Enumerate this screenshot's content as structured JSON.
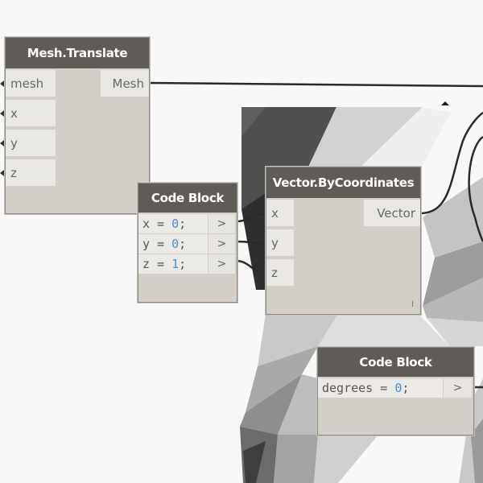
{
  "nodes": {
    "mesh_translate": {
      "title": "Mesh.Translate",
      "inputs": [
        "mesh",
        "x",
        "y",
        "z"
      ],
      "outputs": [
        "Mesh"
      ]
    },
    "code_block_xyz": {
      "title": "Code Block",
      "lines": [
        {
          "var": "x",
          "op": " = ",
          "num": "0",
          "end": ";"
        },
        {
          "var": "y",
          "op": " = ",
          "num": "0",
          "end": ";"
        },
        {
          "var": "z",
          "op": " = ",
          "num": "1",
          "end": ";"
        }
      ],
      "output_glyph": ">"
    },
    "vector_by_coordinates": {
      "title": "Vector.ByCoordinates",
      "inputs": [
        "x",
        "y",
        "z"
      ],
      "outputs": [
        "Vector"
      ],
      "lacing_marker": "l"
    },
    "code_block_degrees": {
      "title": "Code Block",
      "lines": [
        {
          "var": "degrees",
          "op": " = ",
          "num": "0",
          "end": ";"
        }
      ],
      "output_glyph": ">"
    }
  },
  "colors": {
    "canvas": "#f8f8f8",
    "node_header": "#5f5c58",
    "node_body": "#d3cfc8",
    "port_bg": "#e9e7e3",
    "number": "#4a8fd6",
    "wire": "#2a2a2a"
  }
}
